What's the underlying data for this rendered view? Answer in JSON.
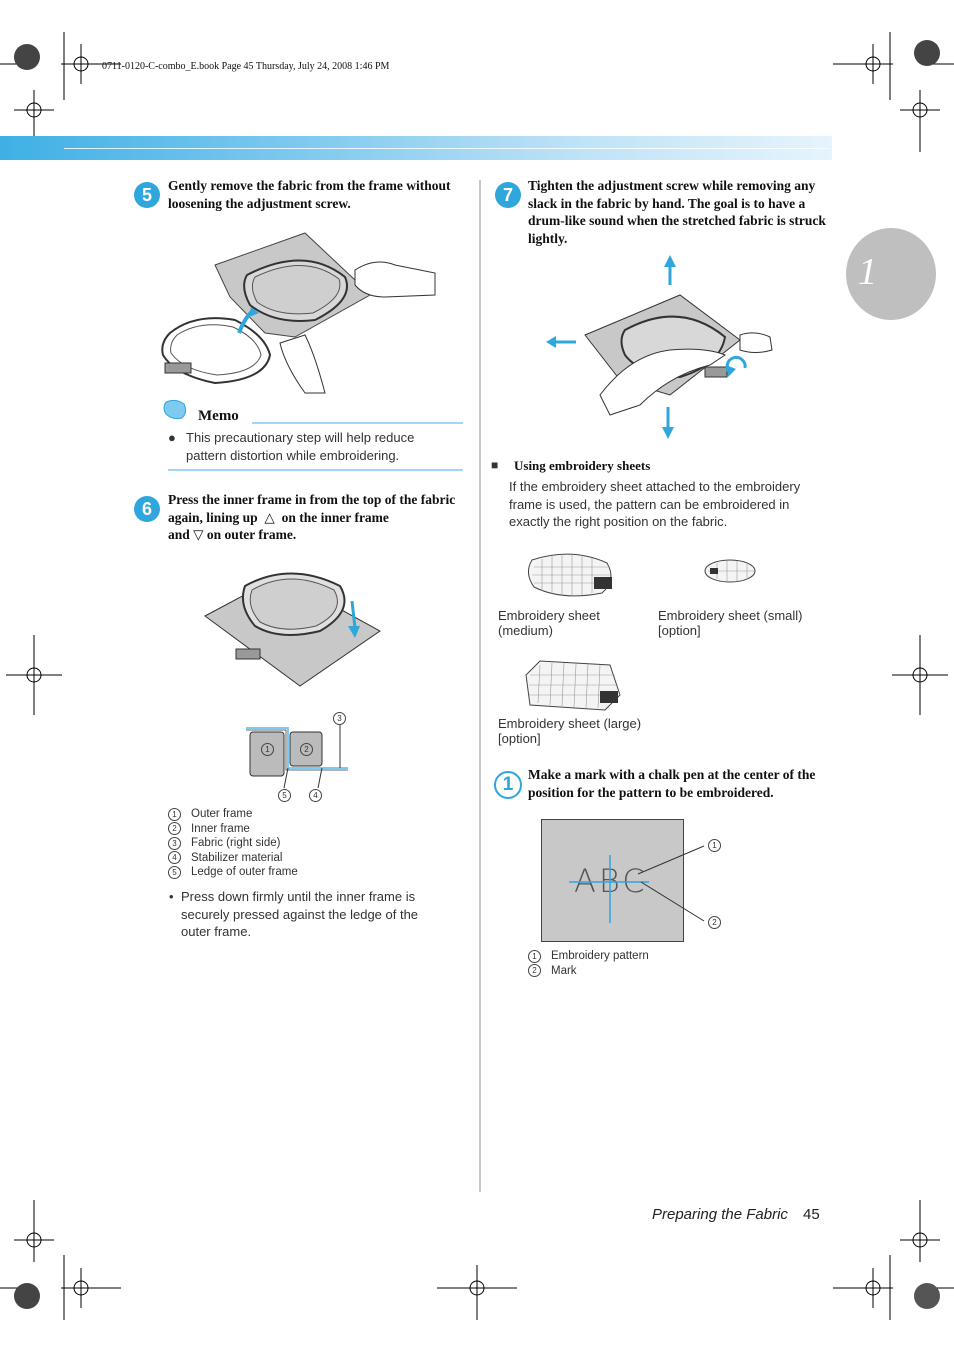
{
  "print_header": "0711-0120-C-combo_E.book  Page 45  Thursday, July 24, 2008  1:46 PM",
  "chapter_number": "1",
  "step5": {
    "number": "5",
    "text": "Gently remove the fabric from the frame without loosening the adjustment screw."
  },
  "memo": {
    "title": "Memo",
    "bullet": "●",
    "text": "This precautionary step will help reduce pattern distortion while embroidering."
  },
  "step6": {
    "number": "6",
    "text_a": "Press the inner frame in from the top of the fabric again, lining up",
    "text_b": "on the inner frame",
    "text_c": "and",
    "text_d": "on outer frame."
  },
  "step6_callouts": [
    "1",
    "2",
    "3",
    "4",
    "5"
  ],
  "step6_legend": [
    {
      "num": "1",
      "label": "Outer frame"
    },
    {
      "num": "2",
      "label": "Inner frame"
    },
    {
      "num": "3",
      "label": "Fabric (right side)"
    },
    {
      "num": "4",
      "label": "Stabilizer material"
    },
    {
      "num": "5",
      "label": "Ledge of outer frame"
    }
  ],
  "step6_note": "Press down firmly until the inner frame is securely pressed against the ledge of the outer frame.",
  "step7": {
    "number": "7",
    "text": "Tighten the adjustment screw while removing any slack in the fabric by hand. The goal is to have a drum-like sound when the stretched fabric is struck lightly."
  },
  "sheets": {
    "heading": "Using embroidery sheets",
    "intro": "If the embroidery sheet attached to the embroidery frame is used, the pattern can be embroidered in exactly the right position on the fabric.",
    "medium_a": "Embroidery sheet",
    "medium_b": "(medium)",
    "small_a": "Embroidery sheet (small)",
    "small_b": "[option]",
    "large_a": "Embroidery sheet (large)",
    "large_b": "[option]"
  },
  "step1": {
    "number": "1",
    "text": "Make a mark with a chalk pen at the center of the position for the pattern to be embroidered."
  },
  "mark_diagram": {
    "pattern_text": "ABC",
    "legend": [
      {
        "num": "1",
        "label": "Embroidery pattern"
      },
      {
        "num": "2",
        "label": "Mark"
      }
    ]
  },
  "footer": {
    "title": "Preparing the Fabric",
    "page": "45"
  },
  "colors": {
    "accent": "#2fa6dc",
    "band_start": "#3fb0e4",
    "tab_gray": "#bfbfbf"
  }
}
